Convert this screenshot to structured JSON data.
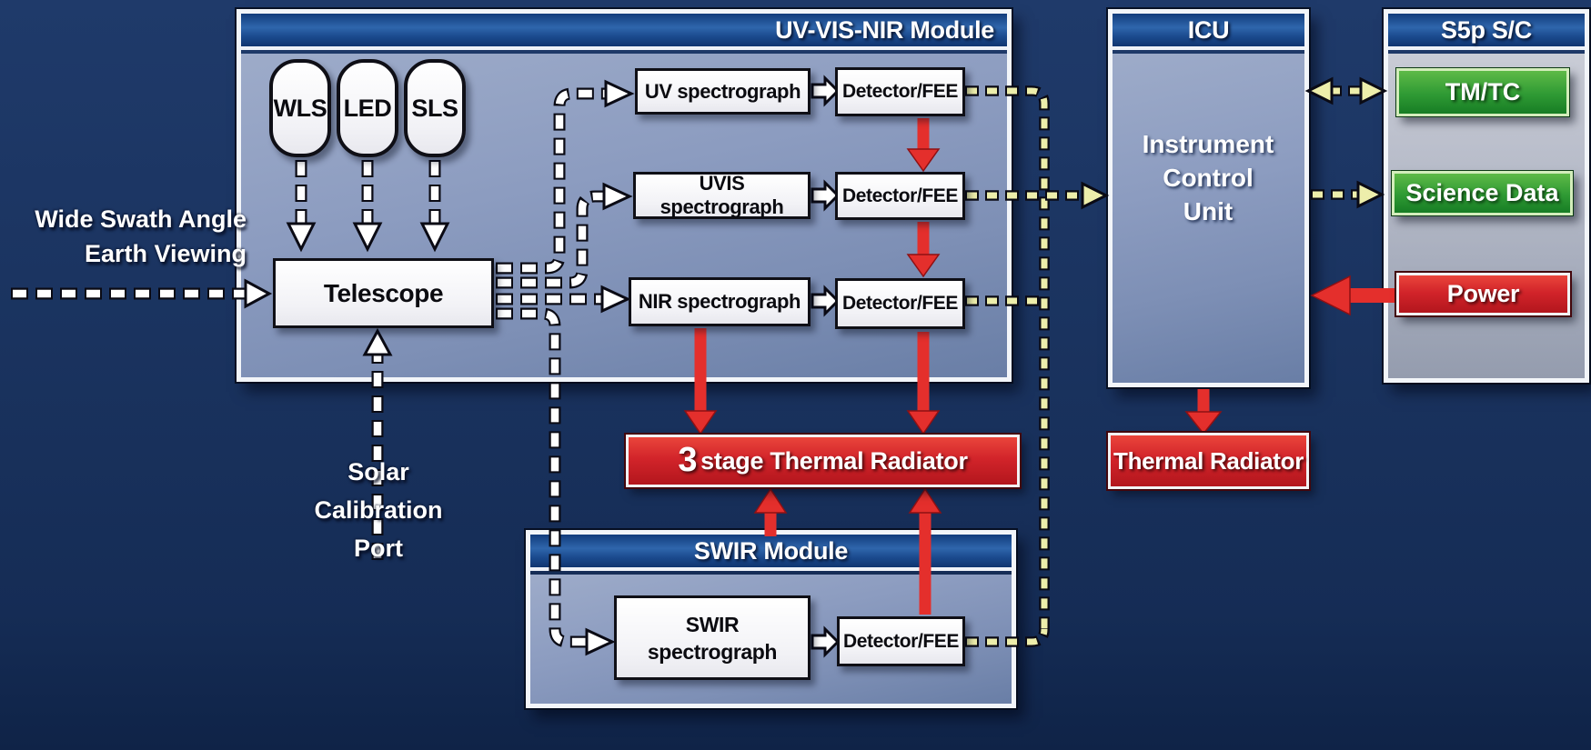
{
  "colors": {
    "background": "#1a335f",
    "module_body": "#8c9cc0",
    "header_blue": "#2f66ac",
    "green_interface": "#2f9a34",
    "red_thermal": "#d2242a",
    "data_line_yellow": "#edeeab",
    "optical_line_white": "#ffffff"
  },
  "annotations": {
    "wide_swath": [
      "Wide Swath Angle",
      "Earth Viewing"
    ],
    "solar_cal": [
      "Solar",
      "Calibration",
      "Port"
    ]
  },
  "uvvisnir": {
    "title": "UV-VIS-NIR Module",
    "sources": [
      {
        "label": "WLS"
      },
      {
        "label": "LED"
      },
      {
        "label": "SLS"
      }
    ],
    "telescope_label": "Telescope",
    "rows": [
      {
        "spectrograph": "UV spectrograph",
        "detector": "Detector/FEE"
      },
      {
        "spectrograph": "UVIS spectrograph",
        "detector": "Detector/FEE"
      },
      {
        "spectrograph": "NIR spectrograph",
        "detector": "Detector/FEE"
      }
    ]
  },
  "thermal": {
    "stage3_prefix": "3",
    "stage3_label": "stage Thermal Radiator",
    "icu_radiator_label": "Thermal Radiator"
  },
  "swir": {
    "title": "SWIR Module",
    "spectrograph": [
      "SWIR",
      "spectrograph"
    ],
    "detector": "Detector/FEE"
  },
  "icu": {
    "title": "ICU",
    "body": [
      "Instrument",
      "Control",
      "Unit"
    ]
  },
  "s5p": {
    "title": "S5p S/C",
    "tmtc": "TM/TC",
    "science_data": "Science Data",
    "power": "Power"
  },
  "connections": [
    {
      "from": "Wide Swath Angle Earth Viewing",
      "to": "Telescope",
      "type": "optical-dashed-white"
    },
    {
      "from": "WLS",
      "to": "Telescope",
      "type": "optical-dashed-white"
    },
    {
      "from": "LED",
      "to": "Telescope",
      "type": "optical-dashed-white"
    },
    {
      "from": "SLS",
      "to": "Telescope",
      "type": "optical-dashed-white"
    },
    {
      "from": "Solar Calibration Port",
      "to": "Telescope",
      "type": "optical-dashed-white"
    },
    {
      "from": "Telescope",
      "to": "UV spectrograph",
      "type": "optical-dashed-white"
    },
    {
      "from": "Telescope",
      "to": "UVIS spectrograph",
      "type": "optical-dashed-white"
    },
    {
      "from": "Telescope",
      "to": "NIR spectrograph",
      "type": "optical-dashed-white"
    },
    {
      "from": "Telescope",
      "to": "SWIR spectrograph",
      "type": "optical-dashed-white"
    },
    {
      "from": "UV spectrograph",
      "to": "Detector/FEE",
      "type": "optical-dashed-white"
    },
    {
      "from": "UVIS spectrograph",
      "to": "Detector/FEE",
      "type": "optical-dashed-white"
    },
    {
      "from": "NIR spectrograph",
      "to": "Detector/FEE",
      "type": "optical-dashed-white"
    },
    {
      "from": "SWIR spectrograph",
      "to": "Detector/FEE",
      "type": "optical-dashed-white"
    },
    {
      "from": "UV Detector/FEE",
      "to": "ICU",
      "type": "data-dashed-yellow"
    },
    {
      "from": "UVIS Detector/FEE",
      "to": "ICU",
      "type": "data-dashed-yellow"
    },
    {
      "from": "NIR Detector/FEE",
      "to": "ICU",
      "type": "data-dashed-yellow"
    },
    {
      "from": "SWIR Detector/FEE",
      "to": "ICU",
      "type": "data-dashed-yellow"
    },
    {
      "from": "ICU",
      "to": "TM/TC",
      "type": "data-dashed-yellow-bidirectional"
    },
    {
      "from": "ICU",
      "to": "Science Data",
      "type": "data-dashed-yellow"
    },
    {
      "from": "Power",
      "to": "ICU",
      "type": "power-solid-red"
    },
    {
      "from": "ICU",
      "to": "Thermal Radiator",
      "type": "thermal-solid-red"
    },
    {
      "from": "UV Detector/FEE",
      "to": "UVIS Detector/FEE",
      "type": "thermal-solid-red"
    },
    {
      "from": "UVIS Detector/FEE",
      "to": "NIR Detector/FEE",
      "type": "thermal-solid-red"
    },
    {
      "from": "NIR Detector/FEE",
      "to": "3 stage Thermal Radiator",
      "type": "thermal-solid-red"
    },
    {
      "from": "NIR spectrograph",
      "to": "3 stage Thermal Radiator",
      "type": "thermal-solid-red"
    },
    {
      "from": "SWIR Module",
      "to": "3 stage Thermal Radiator",
      "type": "thermal-solid-red"
    },
    {
      "from": "SWIR Detector/FEE",
      "to": "3 stage Thermal Radiator",
      "type": "thermal-solid-red"
    }
  ]
}
